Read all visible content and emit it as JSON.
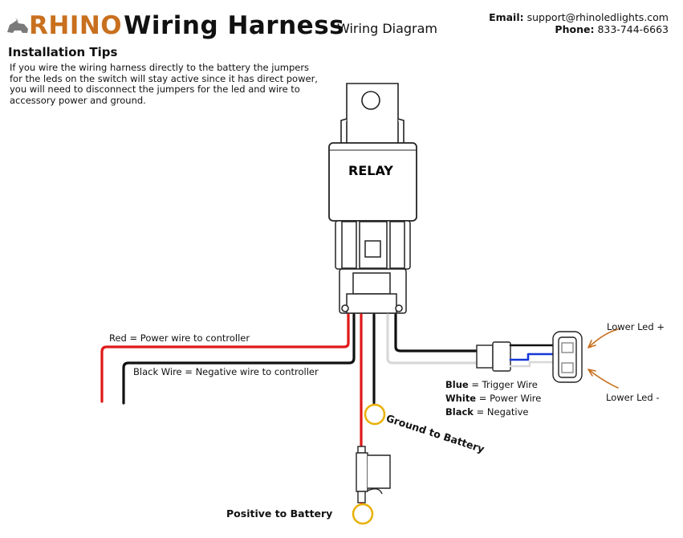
{
  "header": {
    "brand": "RHINO",
    "title": "Wiring Harness",
    "subtitle": "Wiring Diagram",
    "email_label": "Email:",
    "email": "support@rhinoledlights.com",
    "phone_label": "Phone:",
    "phone": "833-744-6663"
  },
  "tips": {
    "heading": "Installation Tips",
    "body": "If you wire the wiring harness directly to the battery the jumpers for the leds on the switch will stay active since it has direct power, you will need to disconnect the jumpers for the led and wire to accessory power and ground."
  },
  "relay": {
    "label": "RELAY"
  },
  "labels": {
    "red_wire": "Red = Power wire to controller",
    "black_wire": "Black Wire = Negative wire to controller",
    "ground": "Ground to Battery",
    "positive": "Positive to Battery",
    "lower_led_plus": "Lower Led +",
    "lower_led_minus": "Lower Led -"
  },
  "legend": [
    {
      "color": "Blue",
      "meaning": "= Trigger Wire"
    },
    {
      "color": "White",
      "meaning": "= Power Wire"
    },
    {
      "color": "Black",
      "meaning": "= Negative"
    }
  ],
  "colors": {
    "accent": "#c8701e",
    "red_wire": "#e01818",
    "black_wire": "#111111",
    "white_wire": "#dddddd",
    "blue_wire": "#1638d8",
    "ring_terminal": "#e8b000"
  }
}
